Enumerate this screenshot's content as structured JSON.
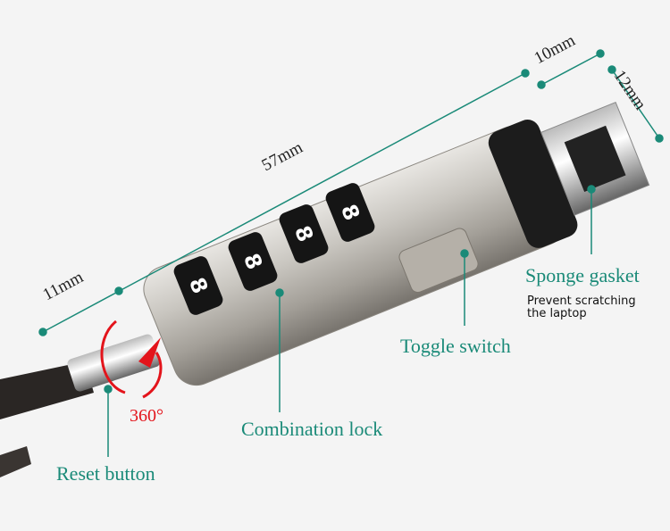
{
  "dimensions": {
    "overall": "57mm",
    "cable_end": "11mm",
    "plug_length": "10mm",
    "plug_width": "12mm"
  },
  "rotation": "360°",
  "labels": {
    "reset_button": "Reset button",
    "combination_lock": "Combination lock",
    "toggle_switch": "Toggle switch",
    "sponge_gasket": "Sponge gasket",
    "sponge_note_line1": "Prevent scratching",
    "sponge_note_line2": "the laptop"
  },
  "dial_digits": [
    "8",
    "8",
    "8",
    "8"
  ],
  "colors": {
    "accent": "#1a8a78",
    "rotation": "#e3141b",
    "background": "#f4f4f4"
  }
}
